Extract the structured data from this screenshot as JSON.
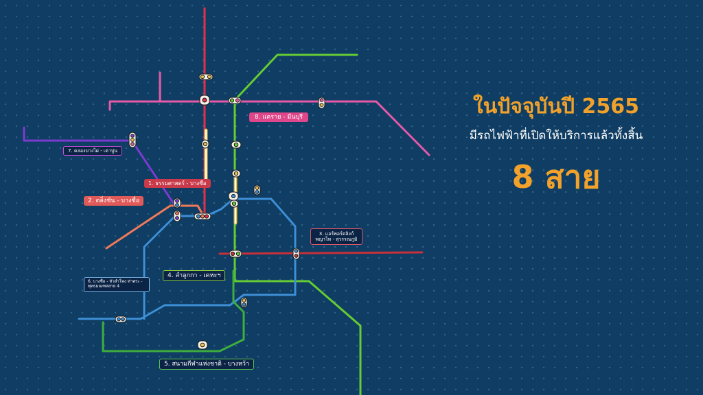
{
  "headline": {
    "title": "ในปัจจุบันปี 2565",
    "subtitle": "มีรถไฟฟ้าที่เปิดให้บริการแล้วทั้งสิ้น",
    "count": "8 สาย"
  },
  "colors": {
    "background": "#0f3d63",
    "accent": "#f2a22a",
    "line_red": "#e0304a",
    "line_pink": "#e85aa8",
    "line_green_light": "#66cc33",
    "line_blue": "#3d8fd6",
    "line_purple": "#7a3ccf",
    "line_salmon": "#f07a5a",
    "line_green_dark": "#3fae3f",
    "line_gold": "#e6c24a"
  },
  "lines": [
    {
      "key": "green_light",
      "label": "8. แคราย - มีนบุรี"
    },
    {
      "key": "purple",
      "label": "7. คลองบางไผ่ - เตาปูน"
    },
    {
      "key": "red",
      "label": "1. ธรรมศาสตร์ - บางซื่อ"
    },
    {
      "key": "salmon",
      "label": "2. ตลิ่งชัน - บางซื่อ"
    },
    {
      "key": "lime",
      "label": "3. แอร์พอร์ตลิงก์ พญาไท - สุวรรณภูมิ"
    },
    {
      "key": "green_light",
      "label": "4. ลำลูกกา - เคหะฯ"
    },
    {
      "key": "blue",
      "label": "6. บางซื่อ - หัวลำโพง ท่าพระ - พุทธมณฑลสาย 4"
    },
    {
      "key": "green_dark",
      "label": "5. สนามกีฬาแห่งชาติ - บางหว้า"
    }
  ]
}
